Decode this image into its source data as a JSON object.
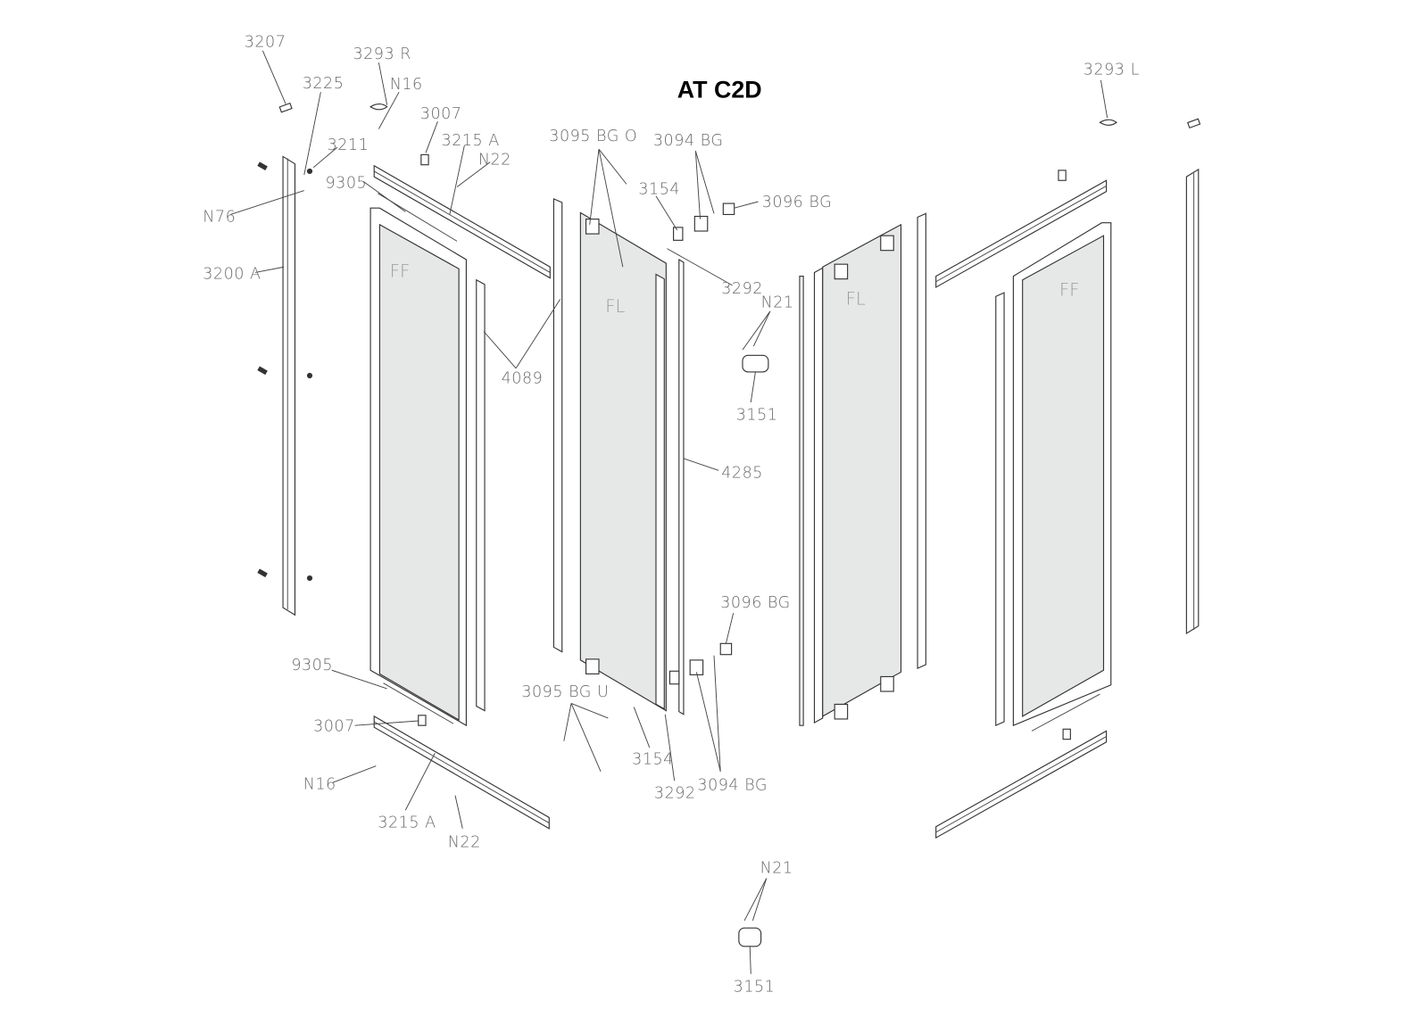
{
  "title": "AT C2D",
  "glass": {
    "ff_left": "FF",
    "fl_left": "FL",
    "fl_right": "FL",
    "ff_right": "FF"
  },
  "labels": {
    "l3207": "3207",
    "l3293r": "3293 R",
    "l3225": "3225",
    "n16_top": "N16",
    "l3007_top": "3007",
    "l3211": "3211",
    "l3215a_top": "3215 A",
    "n22_top": "N22",
    "l9305_top": "9305",
    "n76": "N76",
    "l3200a": "3200 A",
    "l3095bgo": "3095 BG O",
    "l3094bg_top": "3094 BG",
    "l3154_top": "3154",
    "l3096bg_top": "3096 BG",
    "l3292_top": "3292",
    "n21_top": "N21",
    "l4089": "4089",
    "l3151_top": "3151",
    "l4285": "4285",
    "l3293l": "3293 L",
    "l3096bg_bot": "3096 BG",
    "l9305_bot": "9305",
    "l3095bgu": "3095 BG U",
    "l3007_bot": "3007",
    "l3154_bot": "3154",
    "n16_bot": "N16",
    "l3094bg_bot": "3094 BG",
    "l3292_bot": "3292",
    "l3215a_bot": "3215 A",
    "n22_bot": "N22",
    "n21_bot": "N21",
    "l3151_bot": "3151"
  }
}
